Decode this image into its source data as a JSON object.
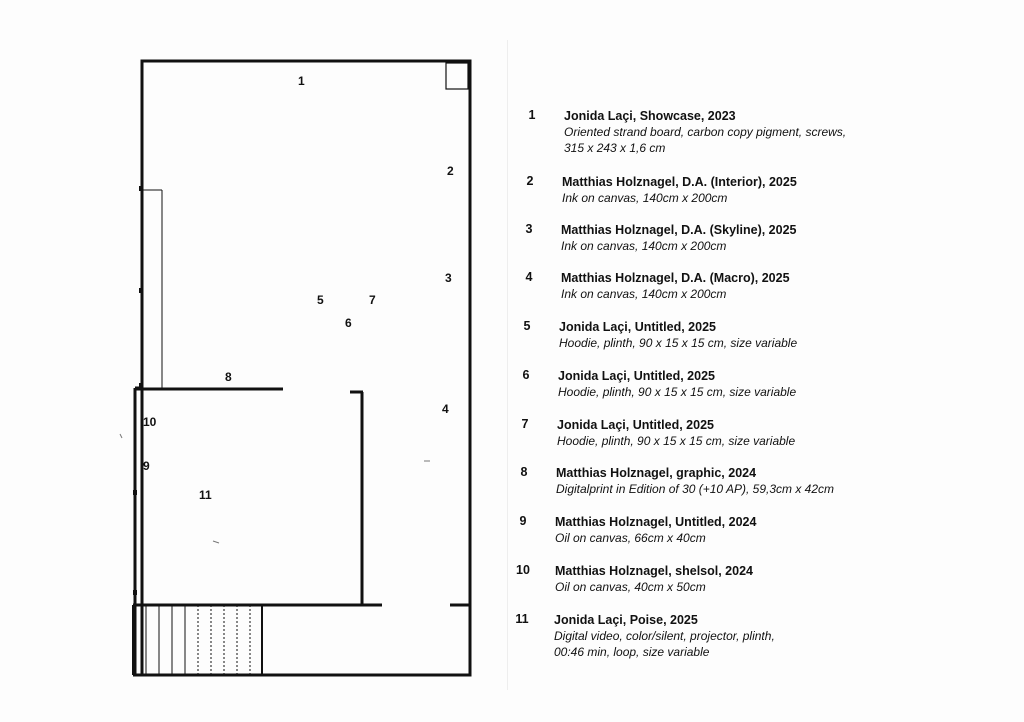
{
  "plan": {
    "markers": [
      {
        "id": "m1",
        "label": "1"
      },
      {
        "id": "m2",
        "label": "2"
      },
      {
        "id": "m3",
        "label": "3"
      },
      {
        "id": "m4",
        "label": "4"
      },
      {
        "id": "m5",
        "label": "5"
      },
      {
        "id": "m6",
        "label": "6"
      },
      {
        "id": "m7",
        "label": "7"
      },
      {
        "id": "m8",
        "label": "8"
      },
      {
        "id": "m9",
        "label": "9"
      },
      {
        "id": "m10",
        "label": "10"
      },
      {
        "id": "m11",
        "label": "11"
      }
    ]
  },
  "works": [
    {
      "number": "1",
      "title": "Jonida Laçi, Showcase, 2023",
      "lines": [
        "Oriented strand board, carbon copy pigment, screws,",
        "315 x 243 x 1,6 cm"
      ]
    },
    {
      "number": "2",
      "title": "Matthias Holznagel, D.A. (Interior), 2025",
      "lines": [
        "Ink on canvas, 140cm x 200cm"
      ]
    },
    {
      "number": "3",
      "title": "Matthias Holznagel, D.A. (Skyline), 2025",
      "lines": [
        "Ink on canvas, 140cm x 200cm"
      ]
    },
    {
      "number": "4",
      "title": "Matthias Holznagel, D.A. (Macro), 2025",
      "lines": [
        "Ink on canvas, 140cm x 200cm"
      ]
    },
    {
      "number": "5",
      "title": "Jonida Laçi, Untitled, 2025",
      "lines": [
        "Hoodie, plinth, 90 x 15 x 15 cm, size variable"
      ]
    },
    {
      "number": "6",
      "title": "Jonida Laçi, Untitled, 2025",
      "lines": [
        "Hoodie, plinth, 90 x 15 x 15 cm, size variable"
      ]
    },
    {
      "number": "7",
      "title": "Jonida Laçi, Untitled, 2025",
      "lines": [
        "Hoodie, plinth, 90 x 15 x 15 cm, size variable"
      ]
    },
    {
      "number": "8",
      "title": "Matthias Holznagel, graphic, 2024",
      "lines": [
        "Digitalprint in Edition of 30 (+10 AP), 59,3cm x 42cm"
      ]
    },
    {
      "number": "9",
      "title": "Matthias Holznagel, Untitled, 2024",
      "lines": [
        "Oil on canvas, 66cm x 40cm"
      ]
    },
    {
      "number": "10",
      "title": "Matthias Holznagel, shelsol, 2024",
      "lines": [
        "Oil on canvas, 40cm x 50cm"
      ]
    },
    {
      "number": "11",
      "title": "Jonida Laçi, Poise, 2025",
      "lines": [
        "Digital video, color/silent, projector, plinth,",
        "00:46 min, loop, size variable"
      ]
    }
  ]
}
